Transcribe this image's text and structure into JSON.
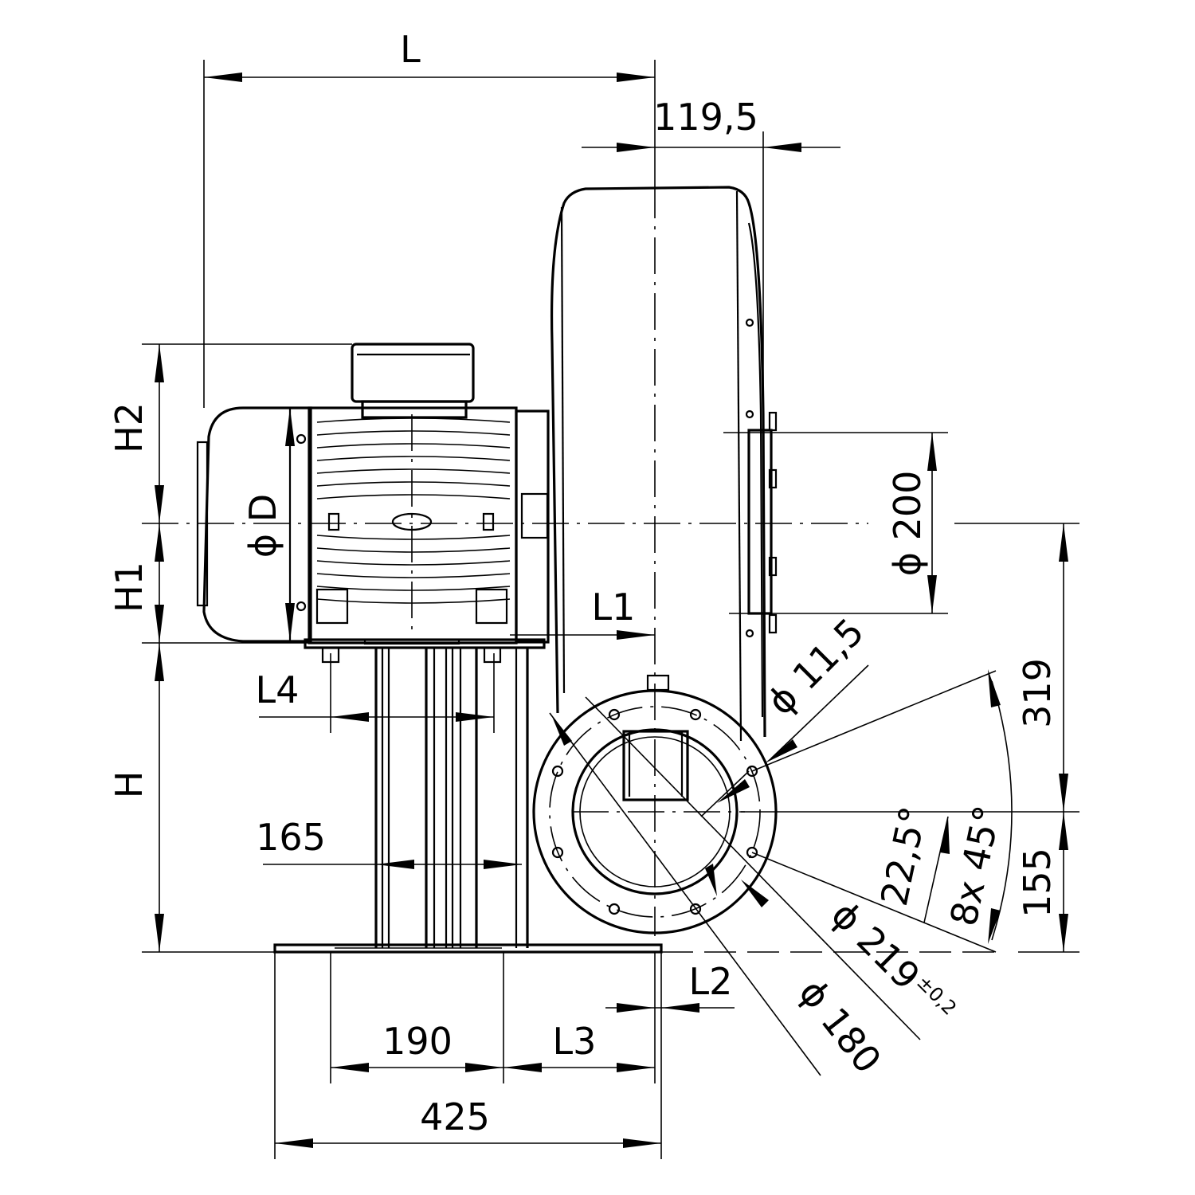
{
  "labels": {
    "L": "L",
    "d119_5": "119,5",
    "H2": "H2",
    "phiD": "ϕ D",
    "H1": "H1",
    "H": "H",
    "L1": "L1",
    "L4": "L4",
    "d165": "165",
    "phi200": "ϕ 200",
    "d319": "319",
    "d155": "155",
    "phi11_5": "ϕ 11,5",
    "a22_5": "22,5°",
    "a8x45": "8x 45°",
    "phi219": "ϕ 219",
    "tol219": "±0,2",
    "phi180": "ϕ 180",
    "L2": "L2",
    "L3": "L3",
    "d190": "190",
    "d425": "425"
  },
  "colors": {
    "line": "#000000",
    "background": "#ffffff"
  }
}
